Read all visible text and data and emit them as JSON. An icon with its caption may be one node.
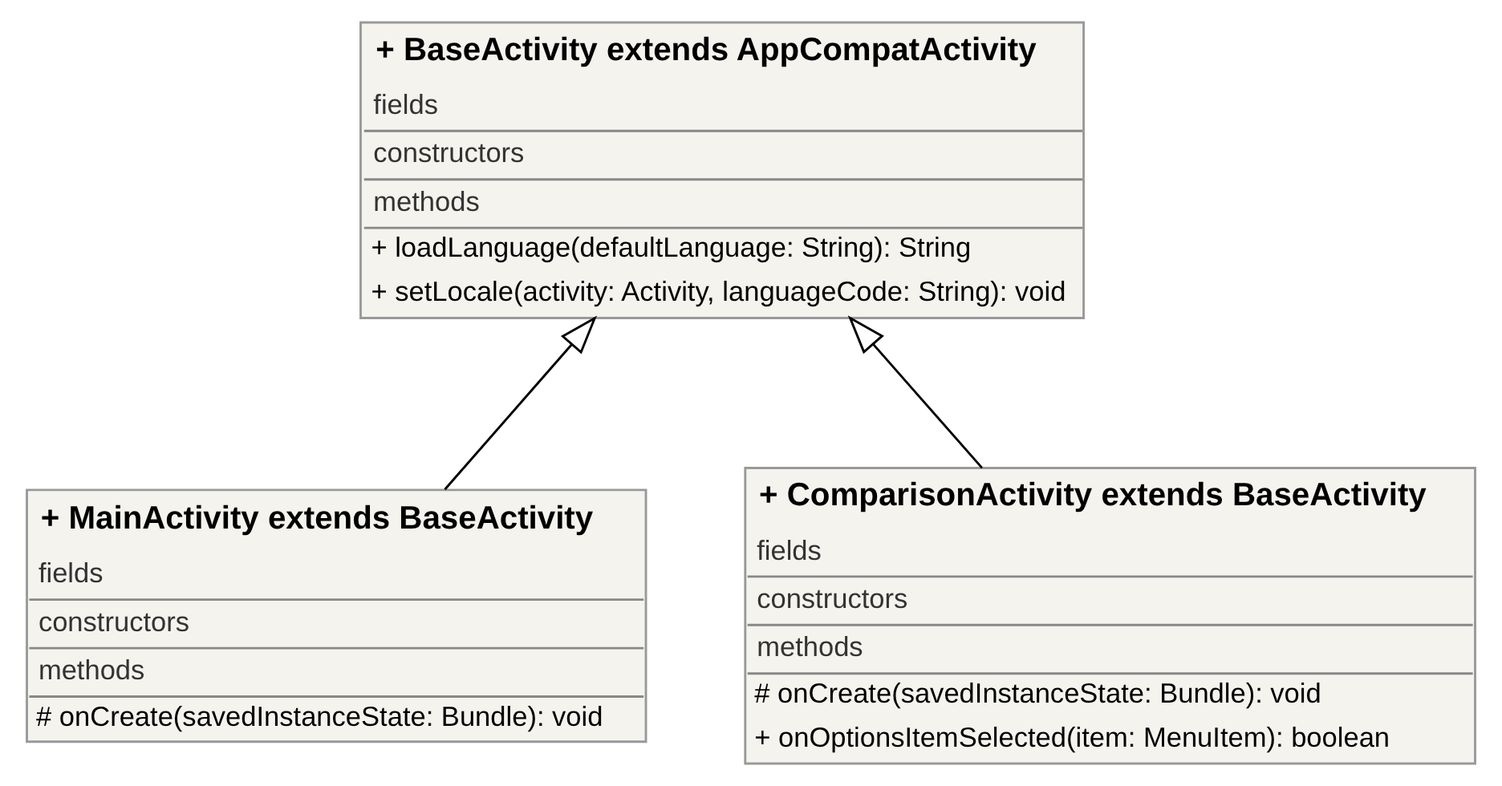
{
  "diagram": {
    "nodes": [
      {
        "text": [
          "+ BaseActivity extends AppCompatActivity",
          "fields",
          "constructors",
          "methods",
          "+ loadLanguage(defaultLanguage: String): String",
          "+ setLocale(activity: Activity, languageCode: String): void"
        ]
      },
      {
        "text": [
          "+ MainActivity extends BaseActivity",
          "fields",
          "constructors",
          "methods",
          "# onCreate(savedInstanceState: Bundle): void"
        ]
      },
      {
        "text": [
          "+ ComparisonActivity extends BaseActivity",
          "fields",
          "constructors",
          "methods",
          "# onCreate(savedInstanceState: Bundle): void",
          "+ onOptionsItemSelected(item: MenuItem): boolean"
        ]
      }
    ],
    "edges": [
      {
        "from": 1,
        "to": 0,
        "arrow": "to"
      },
      {
        "from": 2,
        "to": 0,
        "arrow": "to"
      }
    ]
  }
}
